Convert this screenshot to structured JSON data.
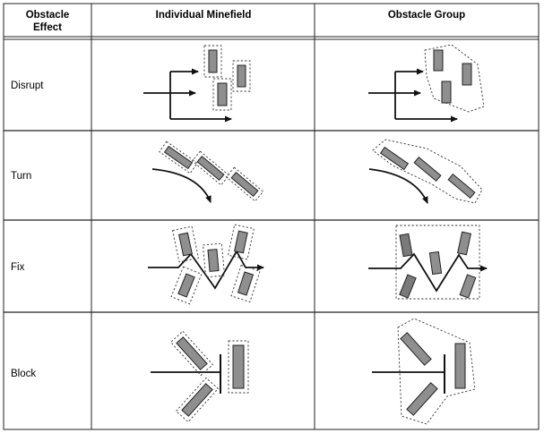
{
  "table": {
    "header": {
      "effect": [
        "Obstacle",
        "Effect"
      ],
      "minefield": "Individual Minefield",
      "group": "Obstacle Group"
    },
    "rows": [
      {
        "label": "Disrupt"
      },
      {
        "label": "Turn"
      },
      {
        "label": "Fix"
      },
      {
        "label": "Block"
      }
    ]
  },
  "colors": {
    "mine_fill": "#8f8f8f",
    "line": "#111111"
  }
}
